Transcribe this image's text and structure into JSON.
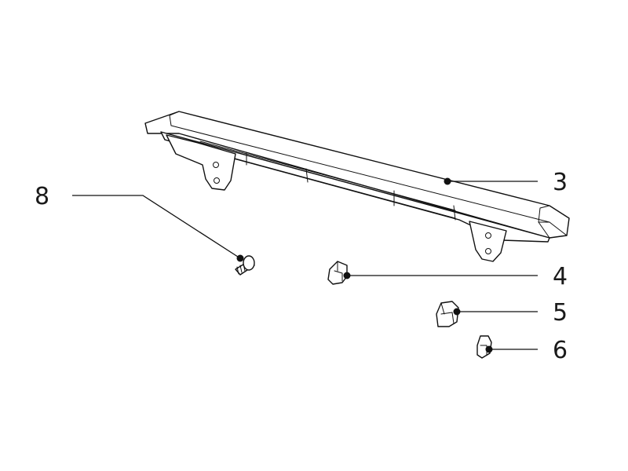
{
  "callouts": {
    "c3": "3",
    "c4": "4",
    "c5": "5",
    "c6": "6",
    "c8": "8"
  }
}
